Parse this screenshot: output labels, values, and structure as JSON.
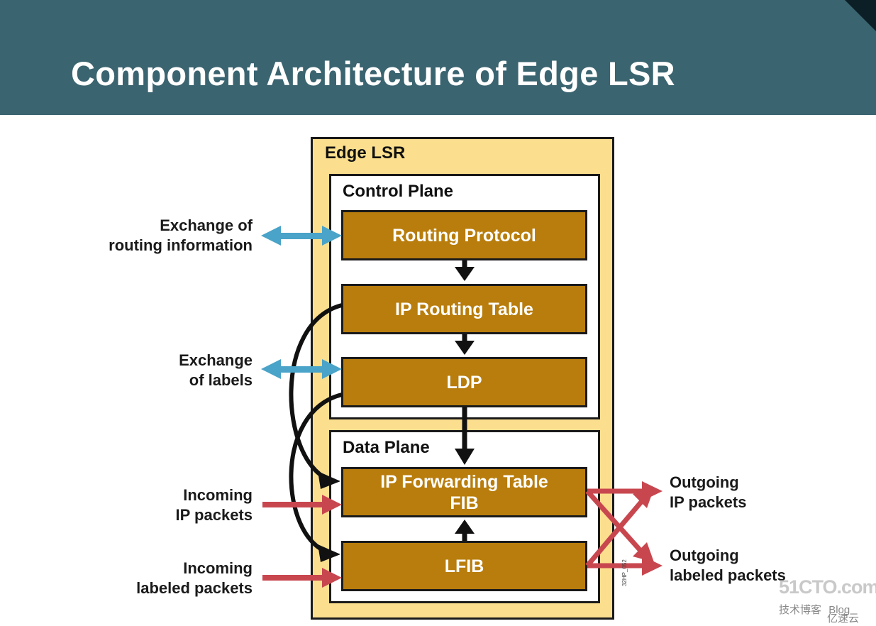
{
  "slide": {
    "title": "Component Architecture of Edge LSR"
  },
  "diagram": {
    "outer_label": "Edge LSR",
    "control_plane": {
      "label": "Control Plane",
      "blocks": {
        "routing_protocol": "Routing Protocol",
        "ip_routing_table": "IP Routing Table",
        "ldp": "LDP"
      }
    },
    "data_plane": {
      "label": "Data Plane",
      "blocks": {
        "fib_line1": "IP Forwarding Table",
        "fib_line2": "FIB",
        "lfib": "LFIB"
      }
    },
    "side_labels": {
      "routing_info_line1": "Exchange of",
      "routing_info_line2": "routing information",
      "labels_line1": "Exchange",
      "labels_line2": "of labels",
      "incoming_ip_line1": "Incoming",
      "incoming_ip_line2": "IP packets",
      "incoming_labeled_line1": "Incoming",
      "incoming_labeled_line2": "labeled packets",
      "outgoing_ip_line1": "Outgoing",
      "outgoing_ip_line2": "IP packets",
      "outgoing_labeled_line1": "Outgoing",
      "outgoing_labeled_line2": "labeled packets"
    },
    "figure_code": "32HP_052",
    "colors": {
      "header": "#3a6470",
      "outer_fill": "#fcdf8e",
      "block_fill": "#b87d0c",
      "control_arrow": "#4aa3c8",
      "packet_arrow": "#c8474f",
      "flow_arrow": "#111111"
    }
  },
  "watermark": {
    "site": "51CTO.com",
    "line1": "技术博客",
    "blog": "Blog",
    "yun": "亿速云"
  }
}
